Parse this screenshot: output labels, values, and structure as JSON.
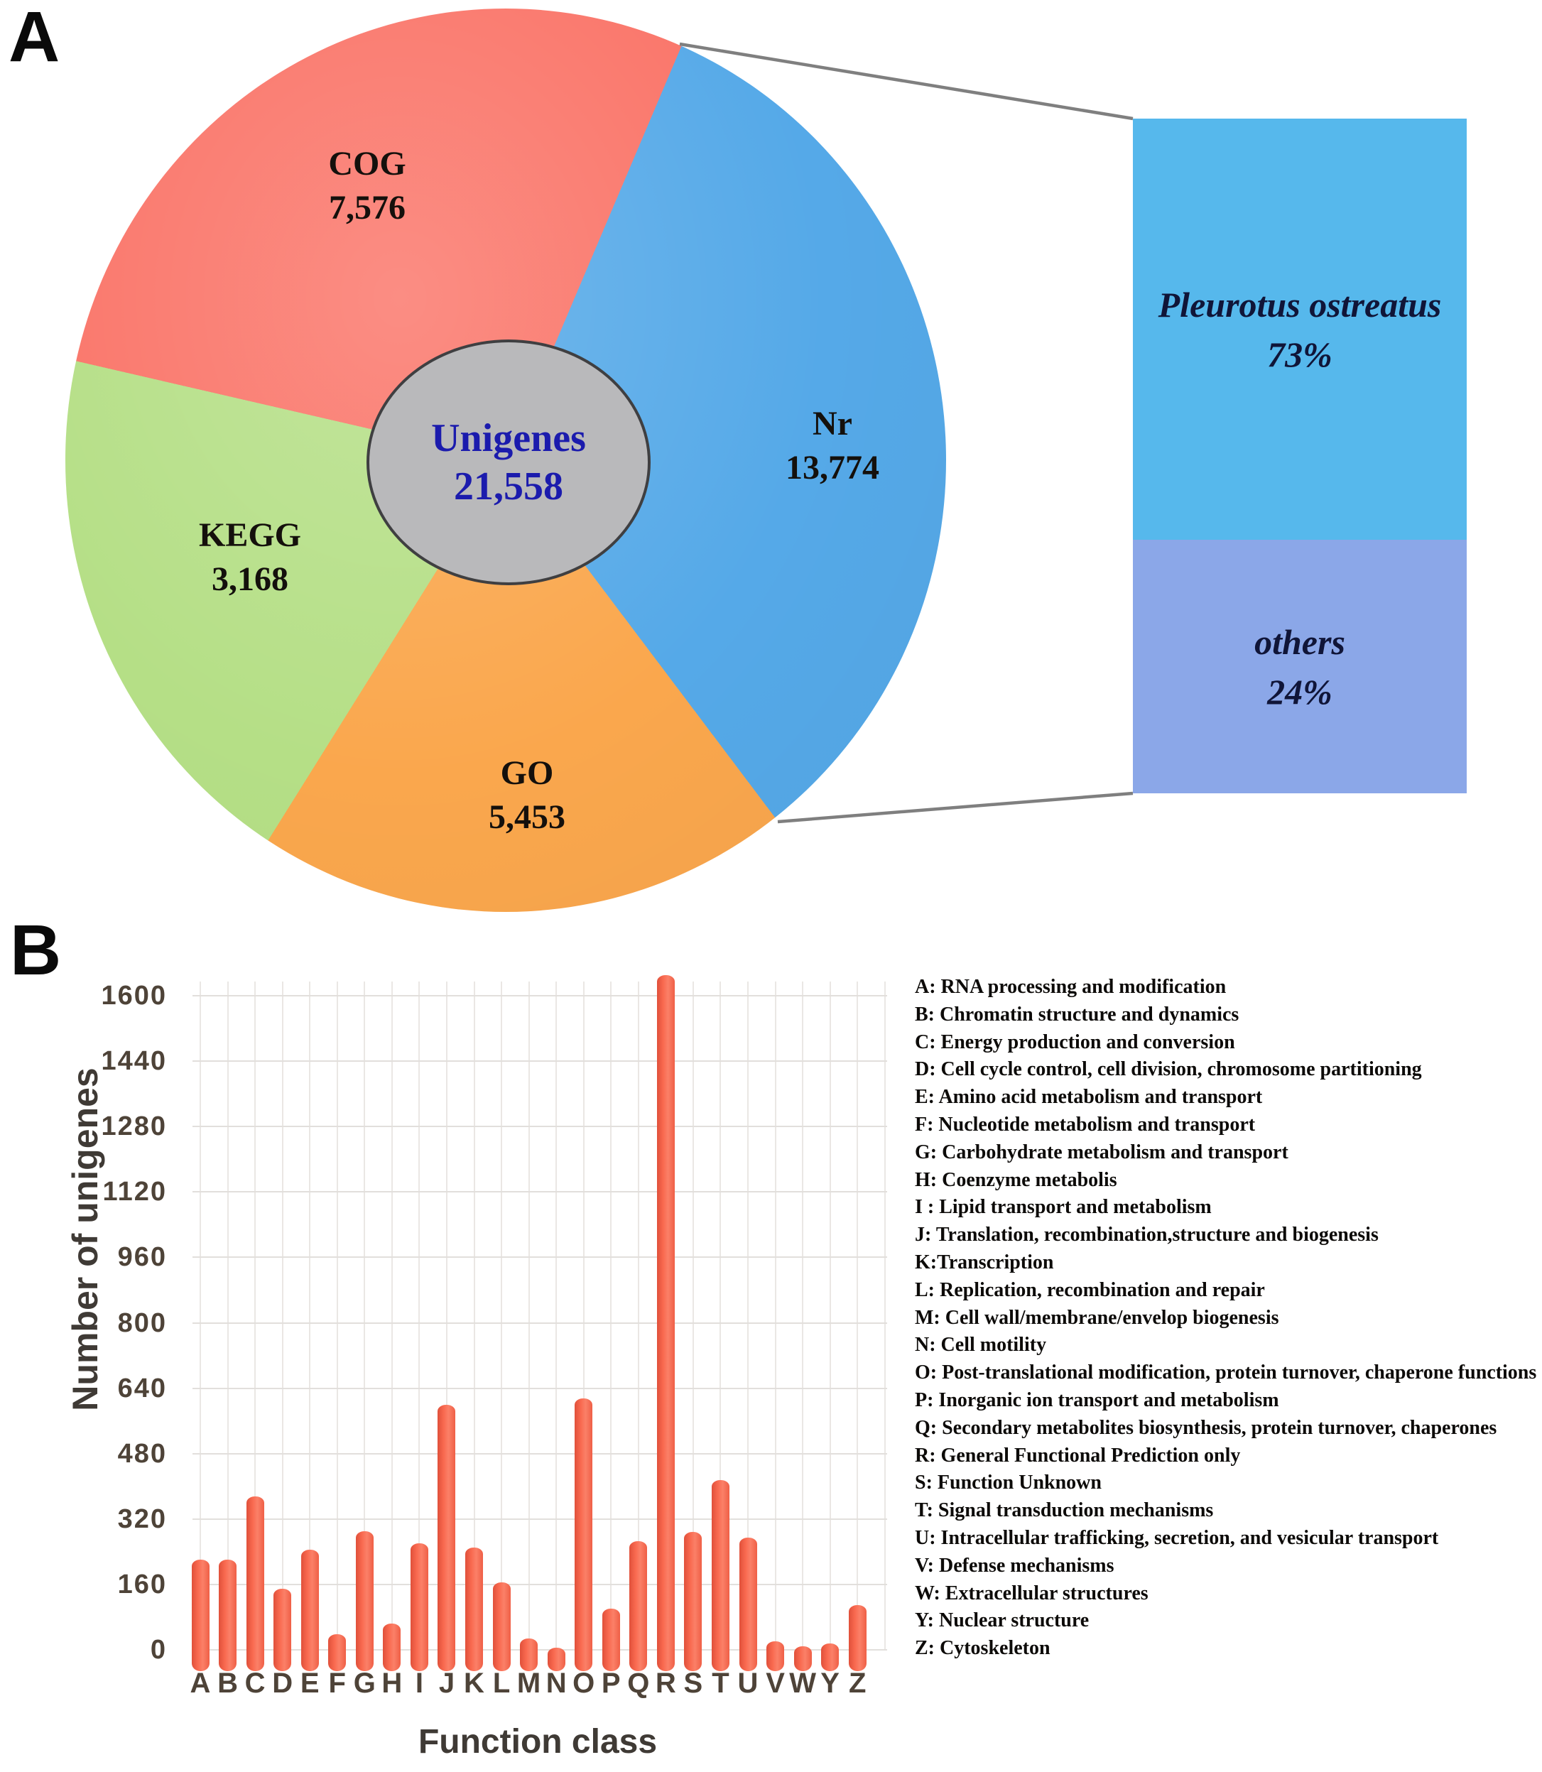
{
  "panels": {
    "a": "A",
    "b": "B"
  },
  "pie": {
    "center": {
      "label": "Unigenes",
      "value": "21,558"
    },
    "slices": [
      {
        "name": "Nr",
        "value": "13,774",
        "color": "#55a9e8",
        "start_deg": 23,
        "end_deg": 143
      },
      {
        "name": "GO",
        "value": "5,453",
        "color": "#faa74d",
        "start_deg": 143,
        "end_deg": 212
      },
      {
        "name": "KEGG",
        "value": "3,168",
        "color": "#b5df86",
        "start_deg": 212,
        "end_deg": 283
      },
      {
        "name": "COG",
        "value": "7,576",
        "color": "#fa7468",
        "start_deg": 283,
        "end_deg": 383
      }
    ]
  },
  "breakdown": {
    "segments": [
      {
        "label": "Pleurotus ostreatus",
        "value": "73%",
        "color": "#56b8ec"
      },
      {
        "label": "others",
        "value": "24%",
        "color": "#8ba7e8"
      }
    ]
  },
  "chart_data": {
    "type": "bar",
    "title": "",
    "xlabel": "Function class",
    "ylabel": "Number of unigenes",
    "ylim": [
      0,
      1600
    ],
    "ytick_step": 160,
    "grid": true,
    "legend_position": "right",
    "bar_color": "#f4664c",
    "categories": [
      "A",
      "B",
      "C",
      "D",
      "E",
      "F",
      "G",
      "H",
      "I",
      "J",
      "K",
      "L",
      "M",
      "N",
      "O",
      "P",
      "Q",
      "R",
      "S",
      "T",
      "U",
      "V",
      "W",
      "Y",
      "Z"
    ],
    "values": [
      220,
      220,
      375,
      150,
      245,
      38,
      290,
      65,
      260,
      600,
      250,
      165,
      28,
      5,
      615,
      100,
      265,
      1650,
      288,
      415,
      275,
      20,
      8,
      15,
      110
    ],
    "legend": [
      "A: RNA processing and modification",
      "B: Chromatin structure and dynamics",
      "C: Energy production and conversion",
      "D: Cell cycle control, cell division, chromosome partitioning",
      "E: Amino acid metabolism and transport",
      "F: Nucleotide metabolism and transport",
      "G: Carbohydrate metabolism and transport",
      "H: Coenzyme metabolis",
      "I : Lipid transport and metabolism",
      "J: Translation, recombination,structure and biogenesis",
      "K:Transcription",
      "L: Replication, recombination and repair",
      "M: Cell wall/membrane/envelop biogenesis",
      "N: Cell motility",
      "O: Post-translational modification, protein turnover, chaperone functions",
      "P: Inorganic ion transport and metabolism",
      "Q: Secondary metabolites biosynthesis, protein turnover, chaperones",
      "R: General Functional Prediction only",
      "S: Function Unknown",
      "T: Signal transduction mechanisms",
      "U: Intracellular trafficking, secretion, and vesicular transport",
      "V: Defense mechanisms",
      "W: Extracellular structures",
      "Y: Nuclear structure",
      "Z: Cytoskeleton"
    ]
  }
}
